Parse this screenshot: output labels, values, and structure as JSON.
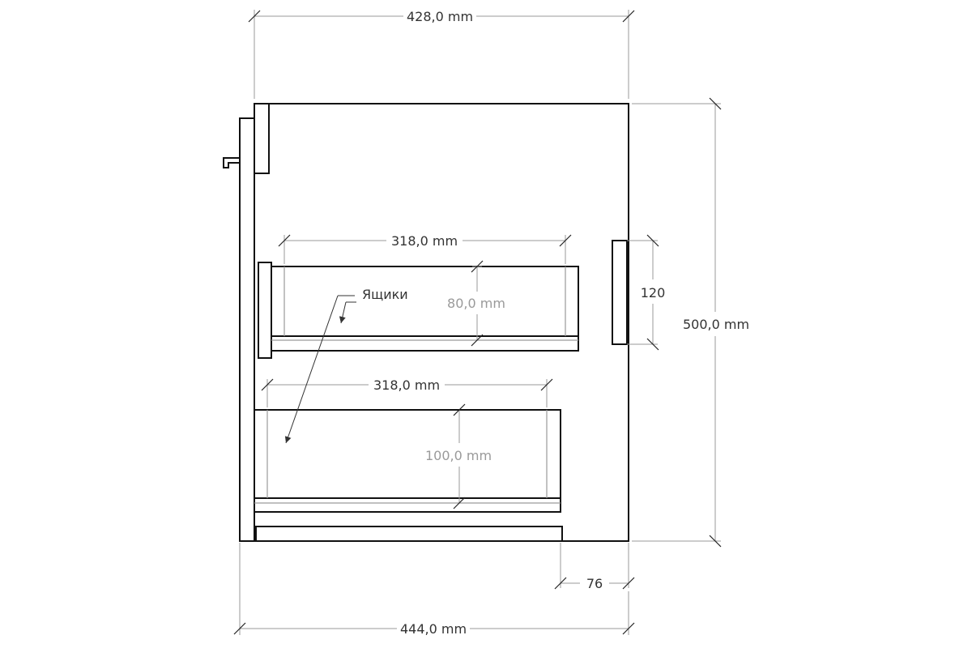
{
  "dimensions": {
    "top_width": "428,0 mm",
    "overall_width": "444,0 mm",
    "height": "500,0 mm",
    "upper_drawer_width": "318,0 mm",
    "lower_drawer_width": "318,0 mm",
    "upper_drawer_height": "80,0 mm",
    "lower_drawer_height": "100,0 mm",
    "handle_height": "120",
    "back_offset": "76"
  },
  "labels": {
    "drawers": "Ящики"
  }
}
